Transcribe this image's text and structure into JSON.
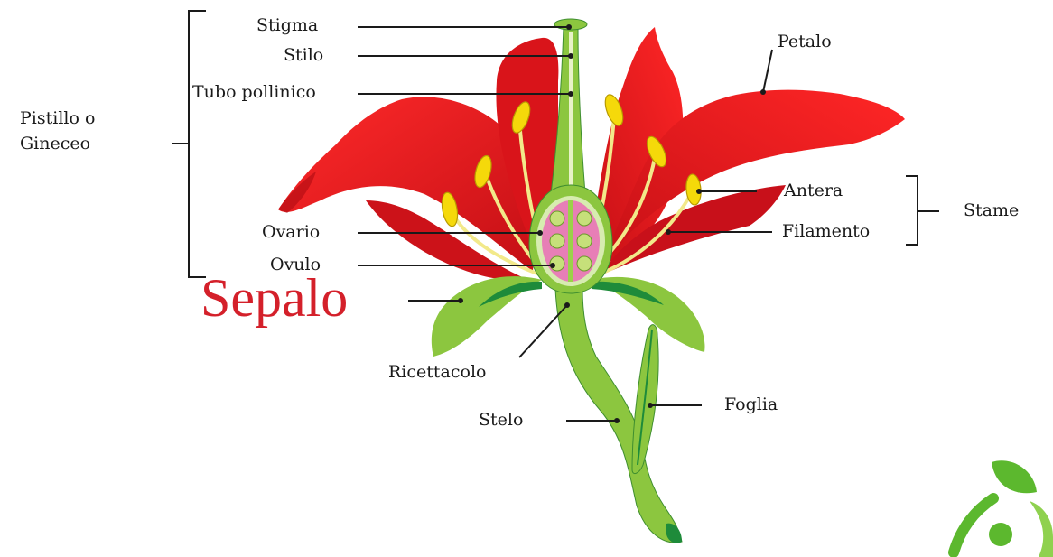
{
  "labels": {
    "stigma": "Stigma",
    "stilo": "Stilo",
    "tubo_pollinico": "Tubo pollinico",
    "pistillo_line1": "Pistillo o",
    "pistillo_line2": "Gineceo",
    "ovario": "Ovario",
    "ovulo": "Ovulo",
    "sepalo": "Sepalo",
    "ricettacolo": "Ricettacolo",
    "stelo": "Stelo",
    "foglia": "Foglia",
    "petalo": "Petalo",
    "antera": "Antera",
    "filamento": "Filamento",
    "stame": "Stame"
  },
  "colors": {
    "petal": "#e3141b",
    "petal_dark": "#b30d12",
    "green_light": "#8cc63f",
    "green_dark": "#1e8b3a",
    "ovary_pink": "#e77fb6",
    "anther_yellow": "#f5d90a",
    "filament": "#f4ec8a",
    "sepalo_text": "#d4202a",
    "logo_green": "#5cb82e"
  }
}
